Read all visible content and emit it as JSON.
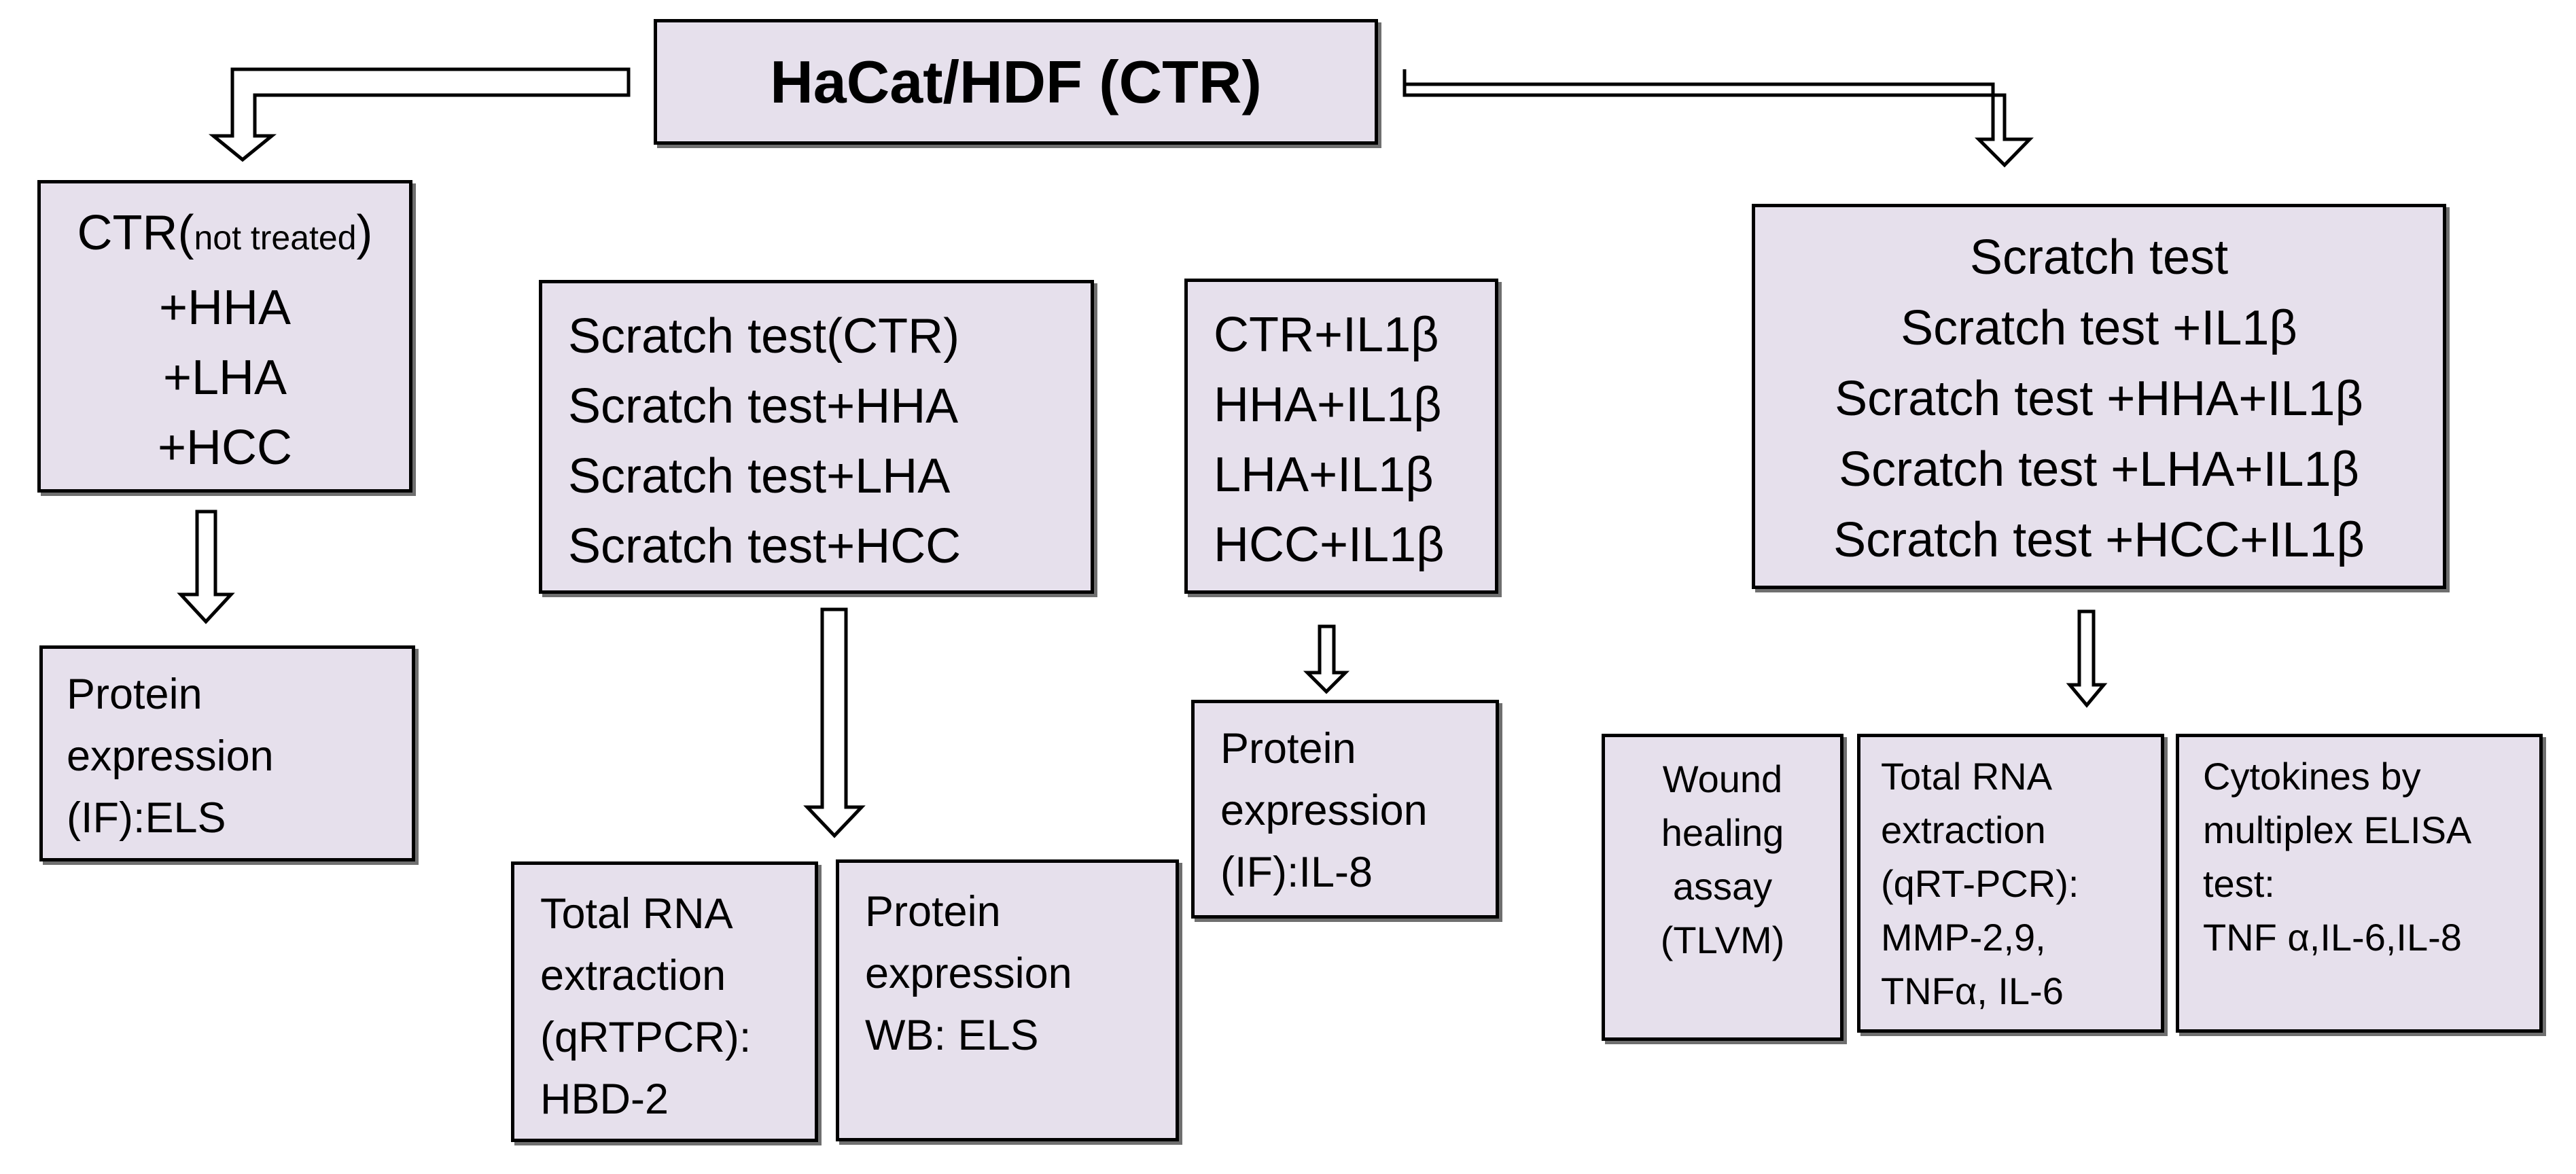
{
  "root": {
    "title": "HaCat/HDF (CTR)"
  },
  "ctr_group": {
    "prefix": "CTR(",
    "note": "not treated",
    "suffix": ")",
    "items": [
      "+HHA",
      "+LHA",
      "+HCC"
    ]
  },
  "protein_if_els": {
    "lines": [
      "Protein",
      "expression",
      "(IF):ELS"
    ]
  },
  "scratch_group": {
    "lines": [
      "Scratch test(CTR)",
      "Scratch test+HHA",
      "Scratch test+LHA",
      "Scratch test+HCC"
    ]
  },
  "rna_hbd2": {
    "lines": [
      "Total RNA",
      "extraction",
      "(qRTPCR):",
      "HBD-2"
    ]
  },
  "protein_wb_els": {
    "lines": [
      "Protein",
      "expression",
      "WB: ELS"
    ]
  },
  "il1b_group": {
    "lines": [
      "CTR+IL1β",
      "HHA+IL1β",
      "LHA+IL1β",
      "HCC+IL1β"
    ]
  },
  "protein_if_il8": {
    "lines": [
      "Protein",
      "expression",
      "(IF):IL-8"
    ]
  },
  "scratch_il1b_group": {
    "lines": [
      "Scratch test",
      "Scratch test +IL1β",
      "Scratch test +HHA+IL1β",
      "Scratch test +LHA+IL1β",
      "Scratch test +HCC+IL1β"
    ]
  },
  "wound_healing": {
    "lines": [
      "Wound",
      "healing",
      "assay",
      "(TLVM)"
    ]
  },
  "rna_mmp": {
    "lines": [
      "Total RNA",
      "extraction",
      "(qRT-PCR):",
      "MMP-2,9,",
      "TNFα, IL-6"
    ]
  },
  "cytokines": {
    "lines": [
      "Cytokines by",
      "multiplex ELISA",
      "test:",
      "TNF α,IL-6,IL-8"
    ]
  },
  "colors": {
    "box_fill": "#e6e0ec",
    "border": "#000000",
    "shadow": "#6f6f6f",
    "arrow_fill": "#ffffff"
  }
}
